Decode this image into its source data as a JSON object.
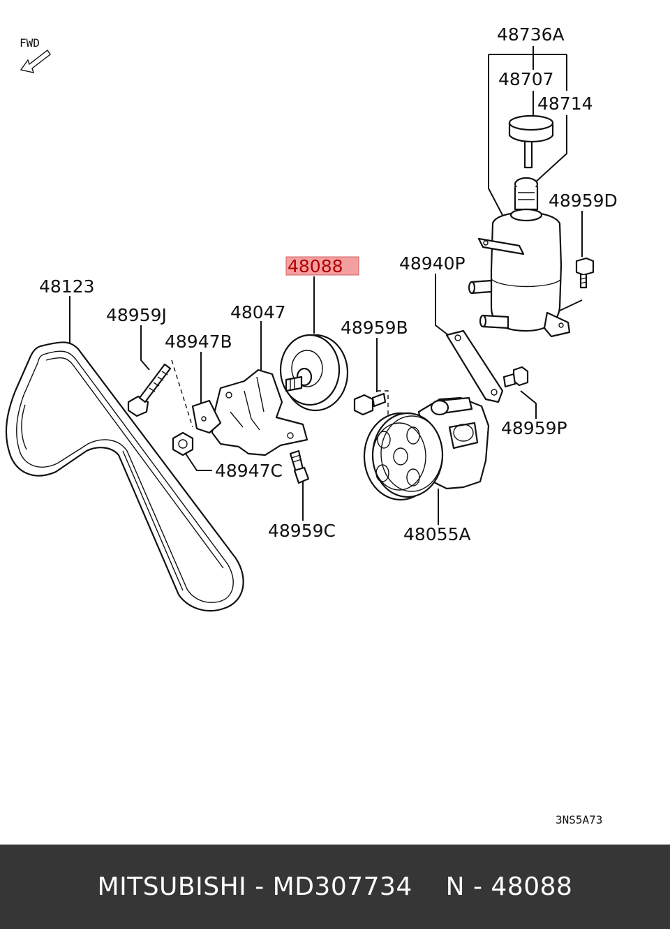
{
  "diagram": {
    "fwd_label": "FWD",
    "drawing_code": "3NS5A73",
    "highlight_color": "#f4a0a0",
    "part_labels": {
      "p48736A": "48736A",
      "p48707": "48707",
      "p48714": "48714",
      "p48959D": "48959D",
      "p48940P": "48940P",
      "p48088": "48088",
      "p48123": "48123",
      "p48047": "48047",
      "p48959J": "48959J",
      "p48959B": "48959B",
      "p48947B": "48947B",
      "p48959P": "48959P",
      "p48947C": "48947C",
      "p48959C": "48959C",
      "p48055A": "48055A"
    }
  },
  "footer": {
    "text": "MITSUBISHI - MD307734    N - 48088"
  }
}
